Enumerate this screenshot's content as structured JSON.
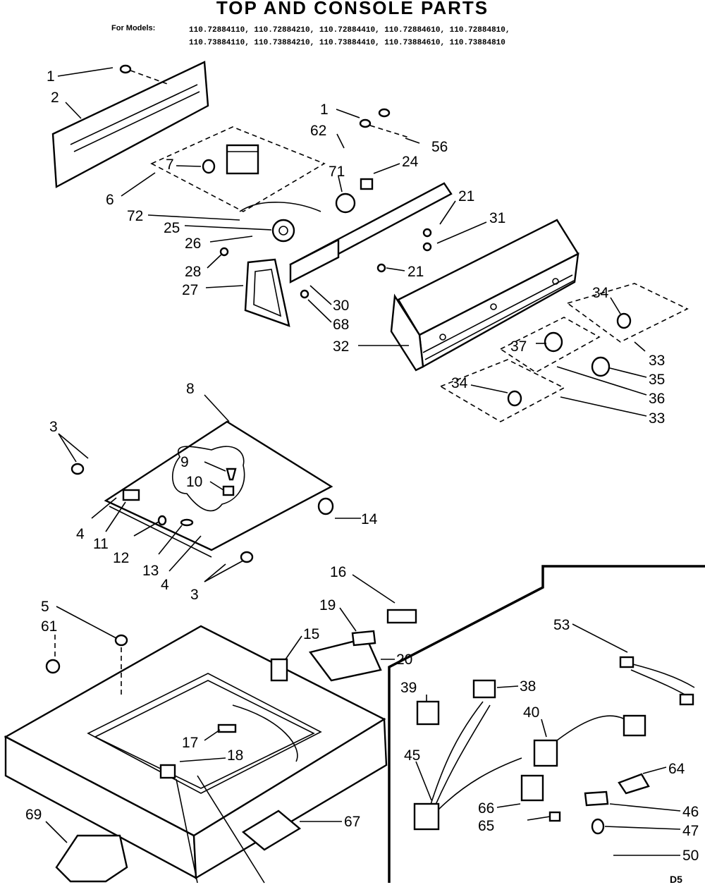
{
  "header": {
    "title": "TOP AND CONSOLE PARTS",
    "models_label": "For Models:",
    "models_line1": "110.72884110, 110.72884210, 110.72884410, 110.72884610, 110.72884810,",
    "models_line2": "110.73884110, 110.73884210, 110.73884410, 110.73884610, 110.73884810"
  },
  "callouts": [
    "1",
    "2",
    "6",
    "7",
    "62",
    "71",
    "24",
    "56",
    "21",
    "31",
    "72",
    "25",
    "26",
    "28",
    "27",
    "30",
    "68",
    "32",
    "34",
    "33",
    "37",
    "35",
    "36",
    "8",
    "3",
    "9",
    "10",
    "4",
    "11",
    "12",
    "13",
    "14",
    "16",
    "19",
    "15",
    "20",
    "5",
    "61",
    "17",
    "18",
    "69",
    "67",
    "53",
    "39",
    "38",
    "40",
    "45",
    "64",
    "66",
    "65",
    "46",
    "47",
    "50"
  ],
  "page_code": "D5"
}
